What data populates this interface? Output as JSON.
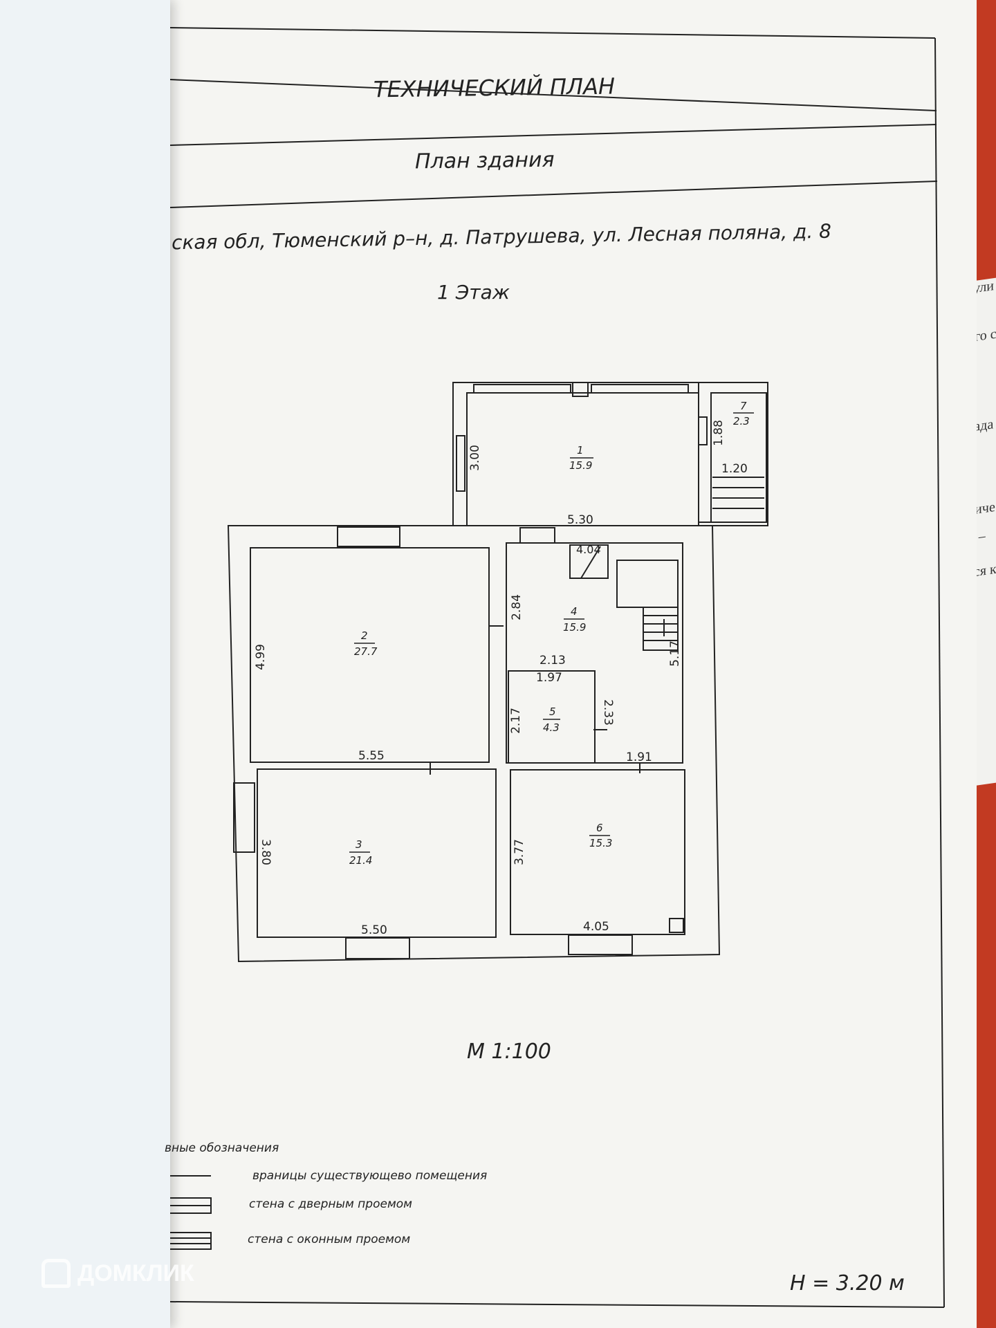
{
  "document": {
    "header": "ТЕХНИЧЕСКИЙ ПЛАН",
    "section": "План здания",
    "address": "ская обл, Тюменский р–н, д. Патрушева, ул. Лесная поляна, д. 8",
    "floor": "1 Этаж",
    "scale": "М 1:100",
    "height_note": "Н = 3.20 м"
  },
  "rooms": [
    {
      "number": "1",
      "area": "15.9"
    },
    {
      "number": "2",
      "area": "27.7"
    },
    {
      "number": "3",
      "area": "21.4"
    },
    {
      "number": "4",
      "area": "15.9"
    },
    {
      "number": "5",
      "area": "4.3"
    },
    {
      "number": "6",
      "area": "15.3"
    },
    {
      "number": "7",
      "area": "2.3"
    }
  ],
  "dimensions": {
    "r1_height": "3.00",
    "r1_width": "5.30",
    "r7_height": "1.88",
    "r7_width": "1.20",
    "r2_height": "4.99",
    "r2_width": "5.55",
    "r3_height": "3.80",
    "r3_width": "5.50",
    "r4_small": "4.04",
    "r4_height": "2.84",
    "r4_right": "5.17",
    "r4_bottom": "2.13",
    "r5_width": "1.97",
    "r5_left": "2.17",
    "r5_right": "2.33",
    "r6_top": "1.91",
    "r6_height": "3.77",
    "r6_width": "4.05"
  },
  "legend": {
    "title": "вные обозначения",
    "items": [
      "враницы существующево помещения",
      "стена с дверным проемом",
      "стена с оконным проемом"
    ]
  },
  "back_page": [
    "гули",
    "ого с",
    "када",
    "диче",
    "н –",
    "тся к"
  ],
  "watermark": "ДОМКЛИК",
  "colors": {
    "paper": "#f5f5f2",
    "ink": "#222222",
    "background": "#c23a22"
  }
}
